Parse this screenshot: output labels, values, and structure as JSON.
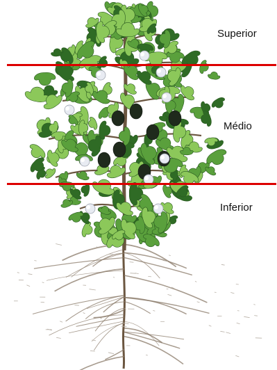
{
  "zones": {
    "top": "Superior",
    "middle": "Médio",
    "bottom": "Inferior"
  },
  "colors": {
    "divider": "#dd0000",
    "leaf_light": "#8cc85a",
    "leaf_mid": "#5aa03c",
    "leaf_dark": "#2f6b25",
    "boll_dark": "#1f2a1c",
    "cotton": "#e8ebf2",
    "stem": "#6b5640",
    "root": "#8a7a68"
  },
  "icons": {
    "plant": "cotton-plant-illustration"
  }
}
